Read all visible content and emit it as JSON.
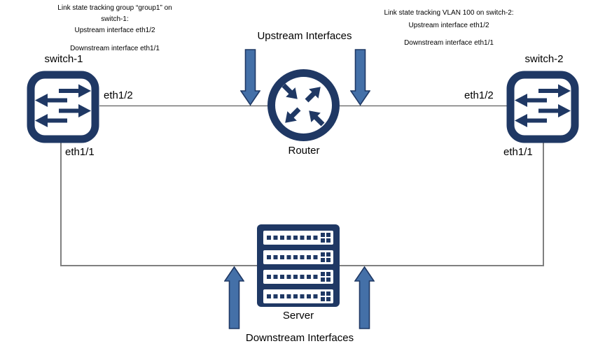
{
  "colors": {
    "navy": "#1f3864",
    "arrow_fill": "#4470a8",
    "arrow_stroke": "#1f3864",
    "link_line": "#404040",
    "frame_line": "#808080"
  },
  "headings": {
    "upstream": "Upstream Interfaces",
    "downstream": "Downstream Interfaces"
  },
  "annotations": {
    "left": {
      "line1": "Link state tracking group “group1” on",
      "line2": "switch-1:",
      "line3": "Upstream interface eth1/2",
      "line4": "Downstream interface eth1/1"
    },
    "right": {
      "line1": "Link state tracking VLAN 100 on switch-2:",
      "line2": "Upstream interface eth1/2",
      "line3": "Downstream interface eth1/1"
    }
  },
  "nodes": {
    "switch1": {
      "label": "switch-1",
      "upstream_port": "eth1/2",
      "downstream_port": "eth1/1"
    },
    "switch2": {
      "label": "switch-2",
      "upstream_port": "eth1/2",
      "downstream_port": "eth1/1"
    },
    "router": {
      "label": "Router"
    },
    "server": {
      "label": "Server"
    }
  }
}
